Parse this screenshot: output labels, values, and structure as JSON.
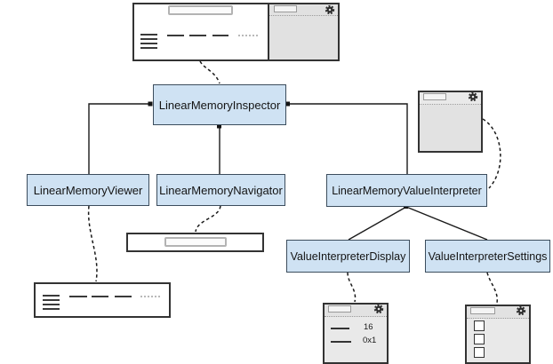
{
  "diagram": {
    "type": "architecture",
    "nodes": {
      "inspector": {
        "label": "LinearMemoryInspector"
      },
      "viewer": {
        "label": "LinearMemoryViewer"
      },
      "navigator": {
        "label": "LinearMemoryNavigator"
      },
      "value_interpreter": {
        "label": "LinearMemoryValueInterpreter"
      },
      "display": {
        "label": "ValueInterpreterDisplay"
      },
      "settings": {
        "label": "ValueInterpreterSettings"
      }
    },
    "edges": {
      "solid": [
        {
          "from": "inspector",
          "to": "viewer"
        },
        {
          "from": "inspector",
          "to": "navigator"
        },
        {
          "from": "inspector",
          "to": "value_interpreter"
        },
        {
          "from": "value_interpreter",
          "to": "display"
        },
        {
          "from": "value_interpreter",
          "to": "settings"
        }
      ],
      "dashed": [
        {
          "from": "inspector_preview",
          "to": "inspector"
        },
        {
          "from": "interpreter_preview",
          "to": "value_interpreter"
        },
        {
          "from": "viewer",
          "to": "viewer_preview"
        },
        {
          "from": "navigator",
          "to": "navigator_preview"
        },
        {
          "from": "display",
          "to": "display_preview"
        },
        {
          "from": "settings",
          "to": "settings_preview"
        }
      ]
    },
    "mockups": {
      "display_preview": {
        "rows": [
          {
            "value": "16"
          },
          {
            "value": "0x1"
          }
        ]
      },
      "settings_preview": {
        "checkbox_count": 3
      }
    },
    "icons": {
      "gear": "gear-icon"
    },
    "colors": {
      "node_fill": "#cfe2f3",
      "node_border": "#3c4d5d",
      "connector": "#1a1a1a",
      "window_border": "#333333",
      "window_gray": "#e2e2e2",
      "background": "#ffffff"
    }
  }
}
